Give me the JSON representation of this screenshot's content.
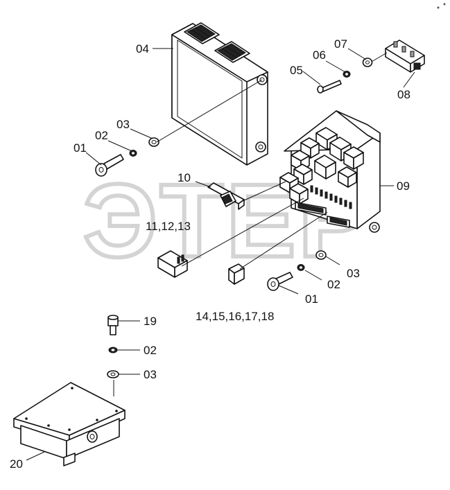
{
  "watermark": "ЭТЕР",
  "labels": {
    "l04": "04",
    "l05": "05",
    "l06": "06",
    "l07": "07",
    "l08": "08",
    "l03a": "03",
    "l02a": "02",
    "l01a": "01",
    "l10": "10",
    "l09": "09",
    "l11": "11,12,13",
    "l03b": "03",
    "l02b": "02",
    "l01b": "01",
    "l14": "14,15,16,17,18",
    "l19": "19",
    "l02c": "02",
    "l03c": "03",
    "l20": "20"
  }
}
